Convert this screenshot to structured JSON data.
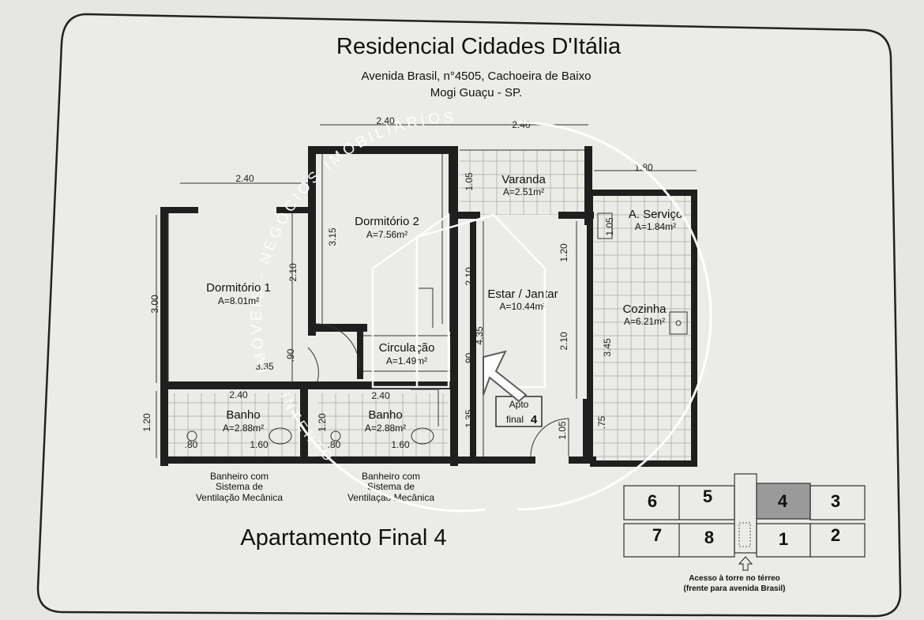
{
  "header": {
    "title": "Residencial Cidades D'Itália",
    "address_line1": "Avenida Brasil, n°4505, Cachoeira de Baixo",
    "address_line2": "Mogi Guaçu - SP."
  },
  "plan_title": "Apartamento Final 4",
  "rooms": {
    "dorm1": {
      "name": "Dormitório 1",
      "area": "A=8.01m²"
    },
    "dorm2": {
      "name": "Dormitório 2",
      "area": "A=7.56m²"
    },
    "varanda": {
      "name": "Varanda",
      "area": "A=2.51m²"
    },
    "servico": {
      "name": "A. Serviço",
      "area": "A=1.84m²"
    },
    "estar": {
      "name": "Estar / Jantar",
      "area": "A=10.44m²"
    },
    "cozinha": {
      "name": "Cozinha",
      "area": "A=6.21m²"
    },
    "circulacao": {
      "name": "Circulação",
      "area": "A=1.49m²"
    },
    "banho1": {
      "name": "Banho",
      "area": "A=2.88m²"
    },
    "banho2": {
      "name": "Banho",
      "area": "A=2.88m²"
    }
  },
  "dimensions": {
    "top_left": "2.40",
    "top_mid": "2.40",
    "top_right": "2.40",
    "top_service": "1.80",
    "dorm1_height": "3.00",
    "dorm1_inner": "2.10",
    "dorm2_height": "3.15",
    "circ_90_a": ".90",
    "circ_90_b": ".90",
    "hall_35": "3.35",
    "varanda_h": "1.05",
    "estar_210": "2.10",
    "estar_435": "4.35",
    "estar_120": "1.20",
    "estar_210b": "2.10",
    "estar_135": "1.35",
    "estar_105": "1.05",
    "coz_345": "3.45",
    "coz_75": ".75",
    "serv_105": "1.05",
    "bath1_w": "2.40",
    "bath2_w": "2.40",
    "bath_h1": "1.20",
    "bath_h2": "1.20",
    "b1_80": ".80",
    "b1_160": "1.60",
    "b2_80": ".80",
    "b2_160": "1.60"
  },
  "bath_notes": {
    "note1": [
      "Banheiro com",
      "Sistema de",
      "Ventilação Mecânica"
    ],
    "note2": [
      "Banheiro com",
      "Sistema de",
      "Ventilação Mecânica"
    ]
  },
  "apto_badge": {
    "line1": "Apto",
    "line2": "final",
    "number": "4"
  },
  "key_plan": {
    "top_row": [
      "6",
      "5",
      "4",
      "3"
    ],
    "bottom_row": [
      "7",
      "8",
      "1",
      "2"
    ],
    "highlight": "4",
    "access_line1": "Acesso à torre no térreo",
    "access_line2": "(frente para avenida Brasil)"
  },
  "watermark": {
    "text_arc": "IMÓVEIS · NEGÓCIOS IMOBILIÁRIOS",
    "text_bottom": "INTENTO"
  },
  "colors": {
    "paper": "#e6e6e3",
    "ink": "#1f1f1f",
    "highlight": "#9a9a9a",
    "watermark": "#ffffff"
  }
}
